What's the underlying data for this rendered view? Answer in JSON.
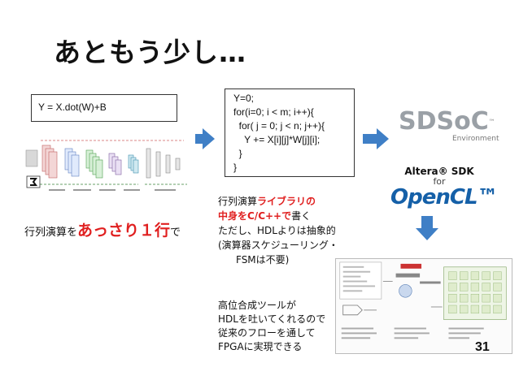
{
  "slide": {
    "title": "あともう少し…",
    "page_number": "31"
  },
  "formula_box": {
    "text": "Y = X.dot(W)+B"
  },
  "code_box": {
    "lines": [
      "Y=0;",
      "for(i=0; i < m; i++){",
      "  for( j = 0; j < n; j++){",
      "    Y += X[i][j]*W[j][i];",
      "  }",
      "}"
    ]
  },
  "caption_left": {
    "prefix": "行列演算を",
    "emphasis": "あっさり１行",
    "suffix": "で"
  },
  "caption_mid": {
    "l1a": "行列演算",
    "l1b": "ライブラリの",
    "l2a": "中身をC/C++で",
    "l2b": "書く",
    "l3": "ただし、HDLよりは抽象的",
    "l4": "(演算器スケジューリング・",
    "l5": "FSMは不要)"
  },
  "caption_bottom": {
    "lines": [
      "高位合成ツールが",
      "HDLを吐いてくれるので",
      "従来のフローを通して",
      "FPGAに実現できる"
    ]
  },
  "logos": {
    "sdsoc_name": "SDSoC",
    "sdsoc_tm": "™",
    "sdsoc_sub": "Environment",
    "altera_sdk": "Altera® SDK",
    "altera_for": "for",
    "opencl": "OpenCL™"
  },
  "colors": {
    "accent_red": "#e02020",
    "arrow_blue": "#3f7fc6",
    "opencl_blue": "#1560a8"
  }
}
